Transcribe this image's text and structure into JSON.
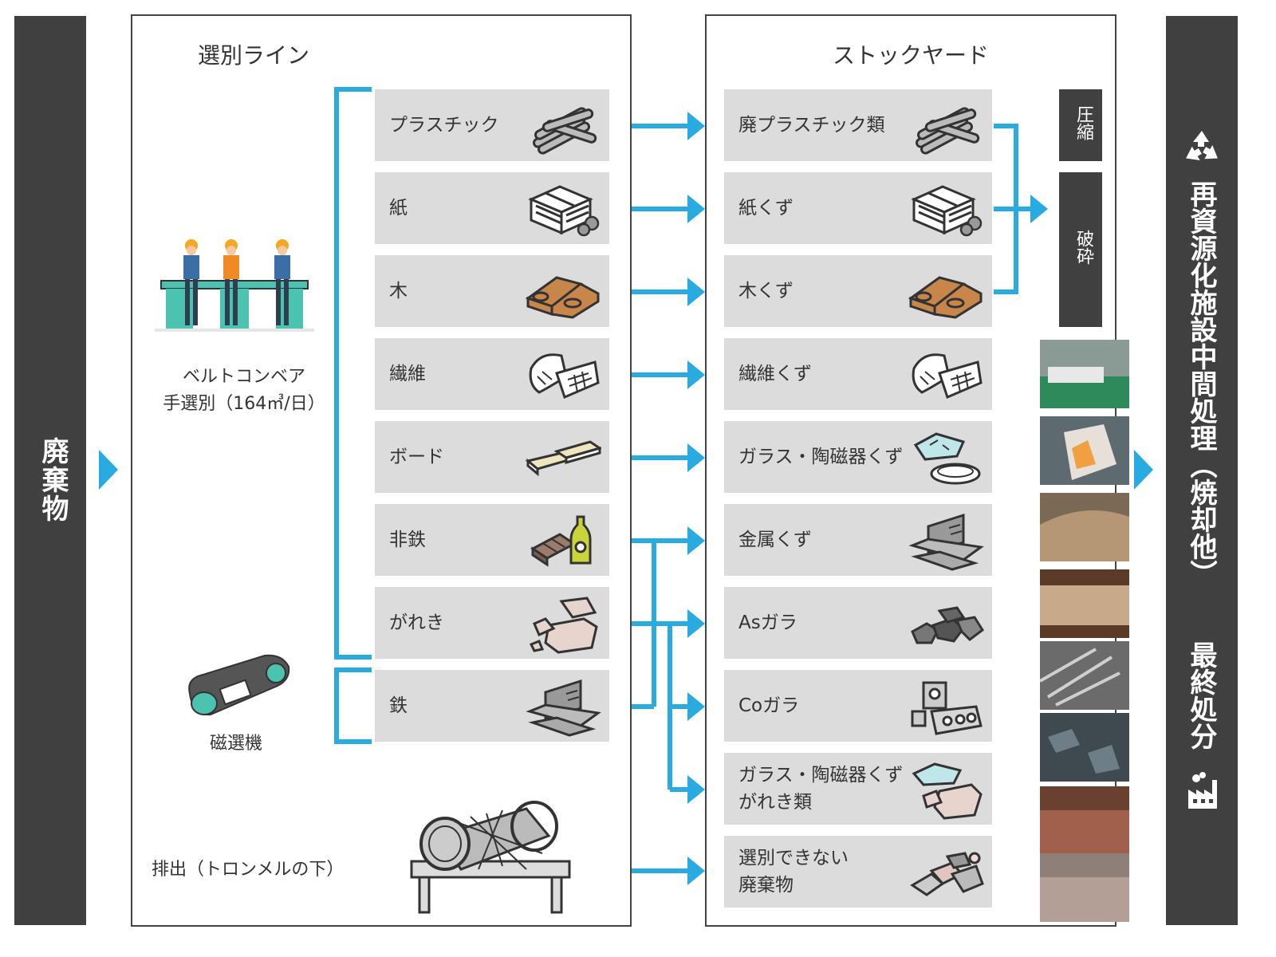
{
  "left_bar": {
    "label": "廃棄物"
  },
  "sorting_panel": {
    "title": "選別ライン"
  },
  "stockyard_panel": {
    "title": "ストックヤード"
  },
  "right_bar": {
    "label_main": "再資源化施設中間処理（焼却他）",
    "label_final": "最終処分"
  },
  "conveyor": {
    "line1": "ベルトコンベア",
    "line2": "手選別（164㎥/日）"
  },
  "magnet": {
    "label": "磁選機"
  },
  "discharge": {
    "label": "排出（トロンメルの下）"
  },
  "sort_items": [
    {
      "label": "プラスチック",
      "icon": "plastic-pipes-icon"
    },
    {
      "label": "紙",
      "icon": "paper-stack-icon"
    },
    {
      "label": "木",
      "icon": "wood-planks-icon"
    },
    {
      "label": "繊維",
      "icon": "fiber-gloves-icon"
    },
    {
      "label": "ボード",
      "icon": "board-panels-icon"
    },
    {
      "label": "非鉄",
      "icon": "nonferrous-bottle-icon"
    },
    {
      "label": "がれき",
      "icon": "rubble-blocks-icon"
    },
    {
      "label": "鉄",
      "icon": "iron-scrap-icon"
    }
  ],
  "stock_items": [
    {
      "label": "廃プラスチック類",
      "icon": "plastic-pipes-icon"
    },
    {
      "label": "紙くず",
      "icon": "paper-stack-icon"
    },
    {
      "label": "木くず",
      "icon": "wood-planks-icon"
    },
    {
      "label": "繊維くず",
      "icon": "fiber-gloves-icon"
    },
    {
      "label": "ガラス・陶磁器くず",
      "icon": "glass-ceramic-icon"
    },
    {
      "label": "金属くず",
      "icon": "iron-scrap-icon"
    },
    {
      "label": "Asガラ",
      "icon": "asphalt-rubble-icon"
    },
    {
      "label": "Coガラ",
      "icon": "concrete-blocks-icon"
    },
    {
      "label": "ガラス・陶磁器くず\nがれき類",
      "icon": "glass-rubble-icon"
    },
    {
      "label": "選別できない\n廃棄物",
      "icon": "mixed-waste-icon"
    }
  ],
  "process_boxes": {
    "compress": "圧縮",
    "crush": "破砕"
  },
  "colors": {
    "accent_blue": "#29abe2",
    "dark_bar": "#404040",
    "box_grey": "#dcdcdc",
    "teal": "#4cc3b0"
  }
}
